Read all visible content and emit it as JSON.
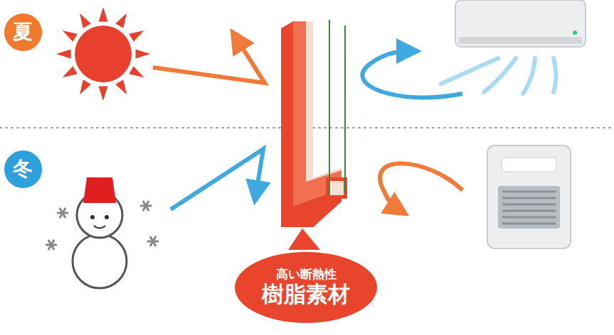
{
  "diagram": {
    "nodes": [
      {
        "text": [
          "夏"
        ]
      },
      {
        "text": [
          "冬"
        ]
      },
      {
        "text": [
          "高い断熱性",
          "樹脂素材"
        ]
      }
    ]
  }
}
